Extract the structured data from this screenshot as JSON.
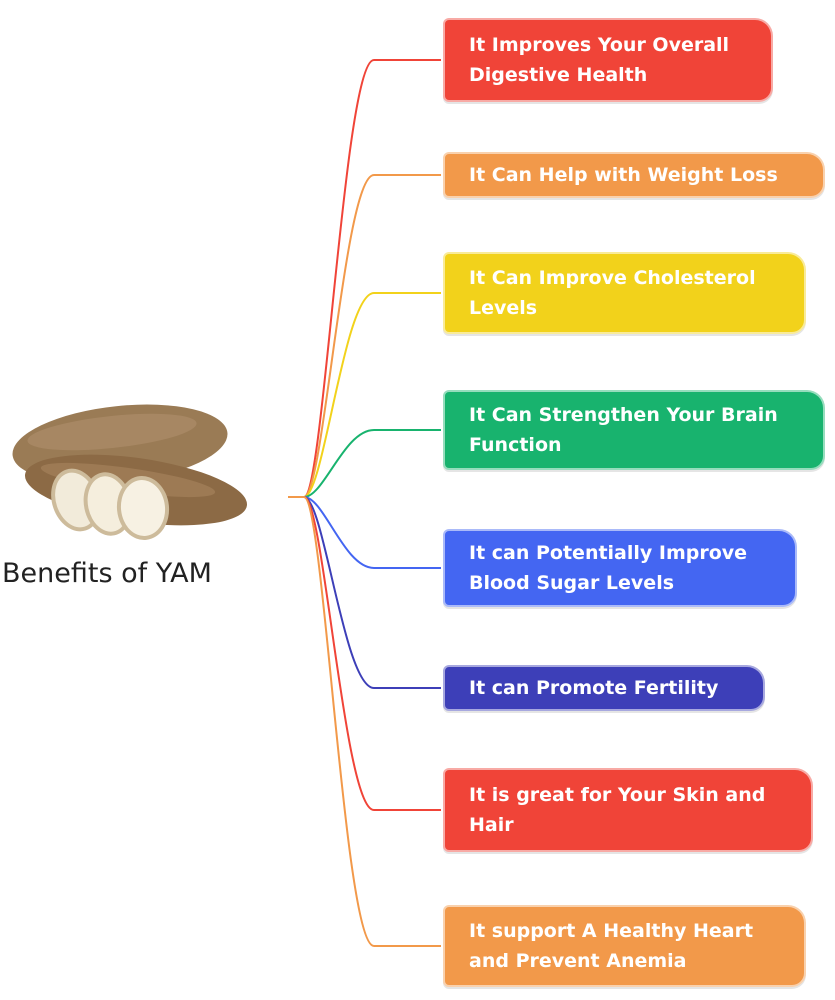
{
  "root": {
    "label": "Benefits of YAM",
    "image": "yam-tuber-image"
  },
  "branches": [
    {
      "label": "It Improves Your Overall Digestive Health",
      "color": "#F04438"
    },
    {
      "label": "It Can Help with Weight Loss",
      "color": "#F2994A"
    },
    {
      "label": "It Can Improve Cholesterol Levels",
      "color": "#F2D21B"
    },
    {
      "label": "It Can Strengthen Your Brain Function",
      "color": "#18B36E"
    },
    {
      "label": "It can Potentially Improve Blood Sugar Levels",
      "color": "#4466F2"
    },
    {
      "label": "It can Promote Fertility",
      "color": "#3D3FB8"
    },
    {
      "label": "It is great for Your Skin and Hair",
      "color": "#F04438"
    },
    {
      "label": "It support A Healthy Heart and Prevent Anemia",
      "color": "#F2994A"
    }
  ]
}
